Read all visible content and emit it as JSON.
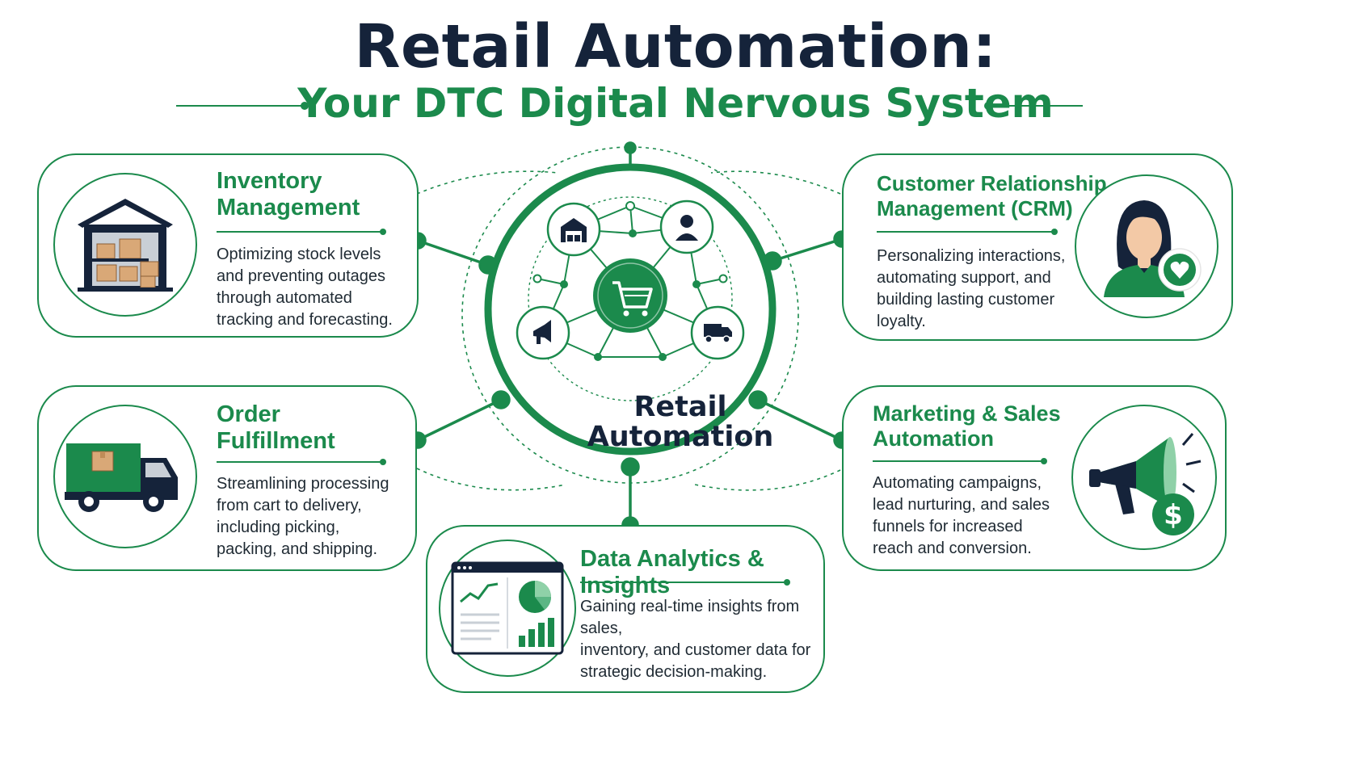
{
  "header": {
    "title": "Retail Automation:",
    "subtitle": "Your DTC Digital Nervous System"
  },
  "hub": {
    "label_line1": "Retail",
    "label_line2": "Automation",
    "node_icons": [
      "warehouse-icon",
      "person-icon",
      "shopping-cart-icon",
      "megaphone-icon",
      "delivery-truck-icon"
    ]
  },
  "cards": {
    "inventory": {
      "title_line1": "Inventory",
      "title_line2": "Management",
      "desc_lines": [
        "Optimizing stock levels",
        "and preventing outages",
        "through automated",
        "tracking and forecasting."
      ],
      "icon": "warehouse-boxes-icon"
    },
    "fulfillment": {
      "title_line1": "Order",
      "title_line2": "Fulfillment",
      "desc_lines": [
        "Streamlining processing",
        "from cart to delivery,",
        "including picking,",
        "packing, and shipping."
      ],
      "icon": "delivery-truck-icon"
    },
    "analytics": {
      "title_line1": "Data Analytics & Insights",
      "desc_lines": [
        "Gaining real-time insights from sales,",
        "inventory, and customer data for",
        "strategic decision-making."
      ],
      "icon": "analytics-dashboard-icon"
    },
    "crm": {
      "title_line1": "Customer Relationship",
      "title_line2": "Management (CRM)",
      "desc_lines": [
        "Personalizing interactions,",
        "automating support, and",
        "building lasting customer",
        "loyalty."
      ],
      "icon": "customer-heart-icon"
    },
    "marketing": {
      "title_line1": "Marketing & Sales",
      "title_line2": "Automation",
      "desc_lines": [
        "Automating campaigns,",
        "lead nurturing, and sales",
        "funnels for increased",
        "reach and conversion."
      ],
      "icon": "megaphone-dollar-icon"
    }
  },
  "colors": {
    "accent_green": "#1b8a4c",
    "dark_navy": "#15233a",
    "text_dark": "#1f2a33",
    "box_tan": "#d9a877"
  }
}
